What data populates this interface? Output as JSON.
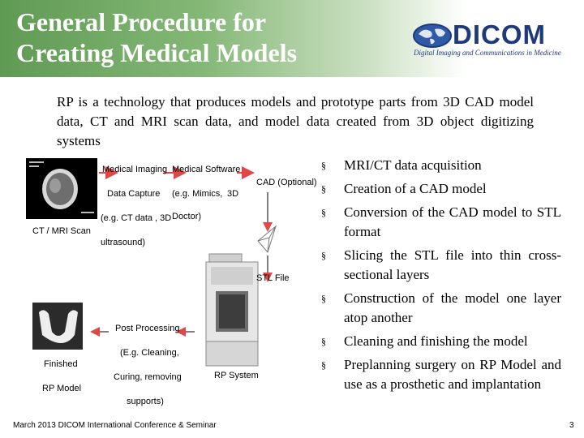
{
  "slide": {
    "title_lines": [
      "General Procedure for",
      "Creating Medical Models"
    ],
    "logo": {
      "name": "DICOM",
      "tagline": "Digital Imaging and Communications in Medicine"
    },
    "intro": "RP is a technology that produces models and prototype parts from 3D CAD model data, CT and MRI scan data, and model data created from 3D object digitizing systems",
    "bullets": [
      "MRI/CT data acquisition",
      "Creation of a CAD model",
      "Conversion of the CAD model to STL format",
      "Slicing the STL file into thin cross-sectional layers",
      "Construction of the model one layer atop another",
      "Cleaning and finishing the model",
      "Preplanning surgery on RP Model and use as a prosthetic and implantation"
    ],
    "bullet_marker": "§",
    "diagram": {
      "ct_scan_label": "CT / MRI Scan",
      "medical_imaging": "Medical Imaging",
      "data_capture": "Data Capture",
      "data_capture_example_1": "(e.g. CT data , 3D",
      "data_capture_example_2": "ultrasound)",
      "medical_software": "Medical Software",
      "software_example_1": "(e.g.   Mimics,",
      "software_example_2": "3D",
      "software_example_3": "Doctor)",
      "cad_optional": "CAD (Optional)",
      "stl_file": "STL File",
      "rp_system": "RP System",
      "post_processing": "Post Processing",
      "post_example_1": "(E.g. Cleaning,",
      "post_example_2": "Curing, removing",
      "post_example_3": "supports)",
      "finished": "Finished",
      "rp_model": "RP Model"
    },
    "footer": "March 2013 DICOM International Conference & Seminar",
    "page_number": "3",
    "colors": {
      "header_green": "#5f9a53",
      "logo_blue": "#1f3a78",
      "arrow_red": "#e04848"
    }
  }
}
